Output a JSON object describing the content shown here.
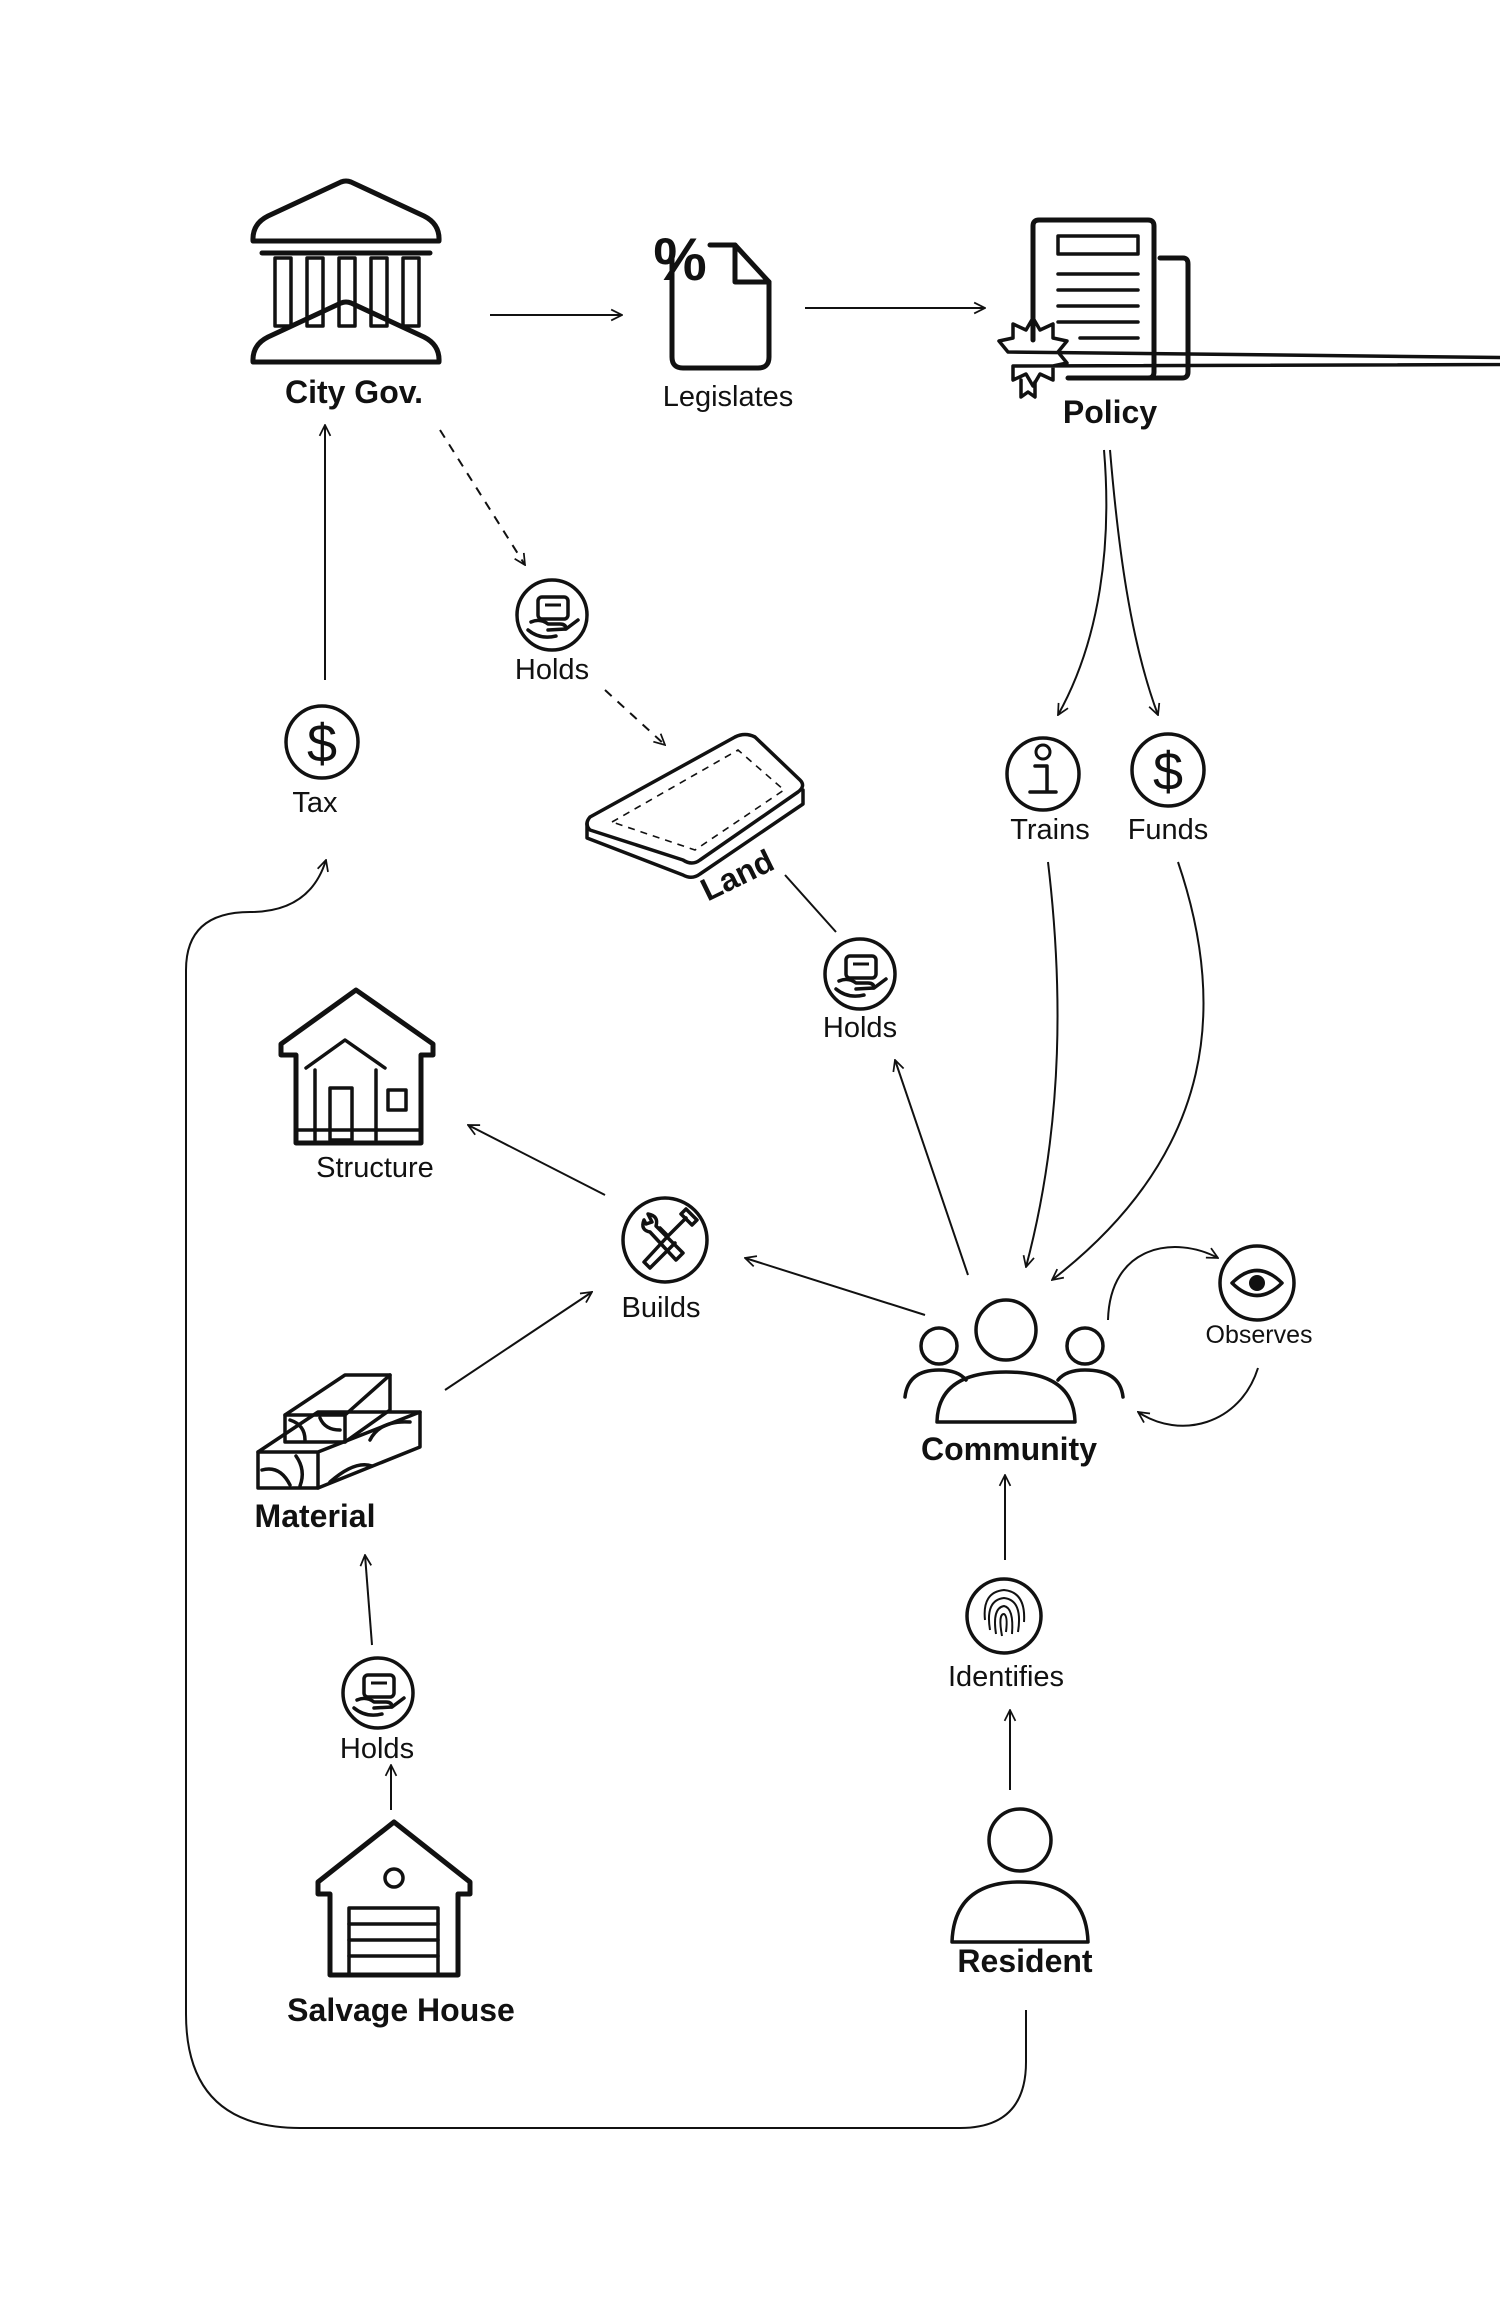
{
  "nodes": {
    "city_gov": "City Gov.",
    "legislates": "Legislates",
    "policy": "Policy",
    "holds_gov": "Holds",
    "tax": "Tax",
    "land": "Land",
    "trains": "Trains",
    "funds": "Funds",
    "holds_community": "Holds",
    "structure": "Structure",
    "builds": "Builds",
    "community": "Community",
    "observes": "Observes",
    "material": "Material",
    "holds_salvage": "Holds",
    "identifies": "Identifies",
    "salvage_house": "Salvage House",
    "resident": "Resident"
  },
  "icons": {
    "city_gov": "government-building-icon",
    "legislates": "percent-document-icon",
    "policy": "certified-document-icon",
    "holds": "hand-holding-icon",
    "tax": "dollar-icon",
    "land": "land-parcel-icon",
    "trains": "info-icon",
    "funds": "dollar-icon",
    "structure": "house-icon",
    "builds": "tools-icon",
    "community": "people-group-icon",
    "observes": "eye-icon",
    "material": "lumber-icon",
    "identifies": "fingerprint-icon",
    "salvage_house": "garage-icon",
    "resident": "person-icon"
  },
  "colors": {
    "ink": "#111111",
    "background": "#ffffff"
  }
}
